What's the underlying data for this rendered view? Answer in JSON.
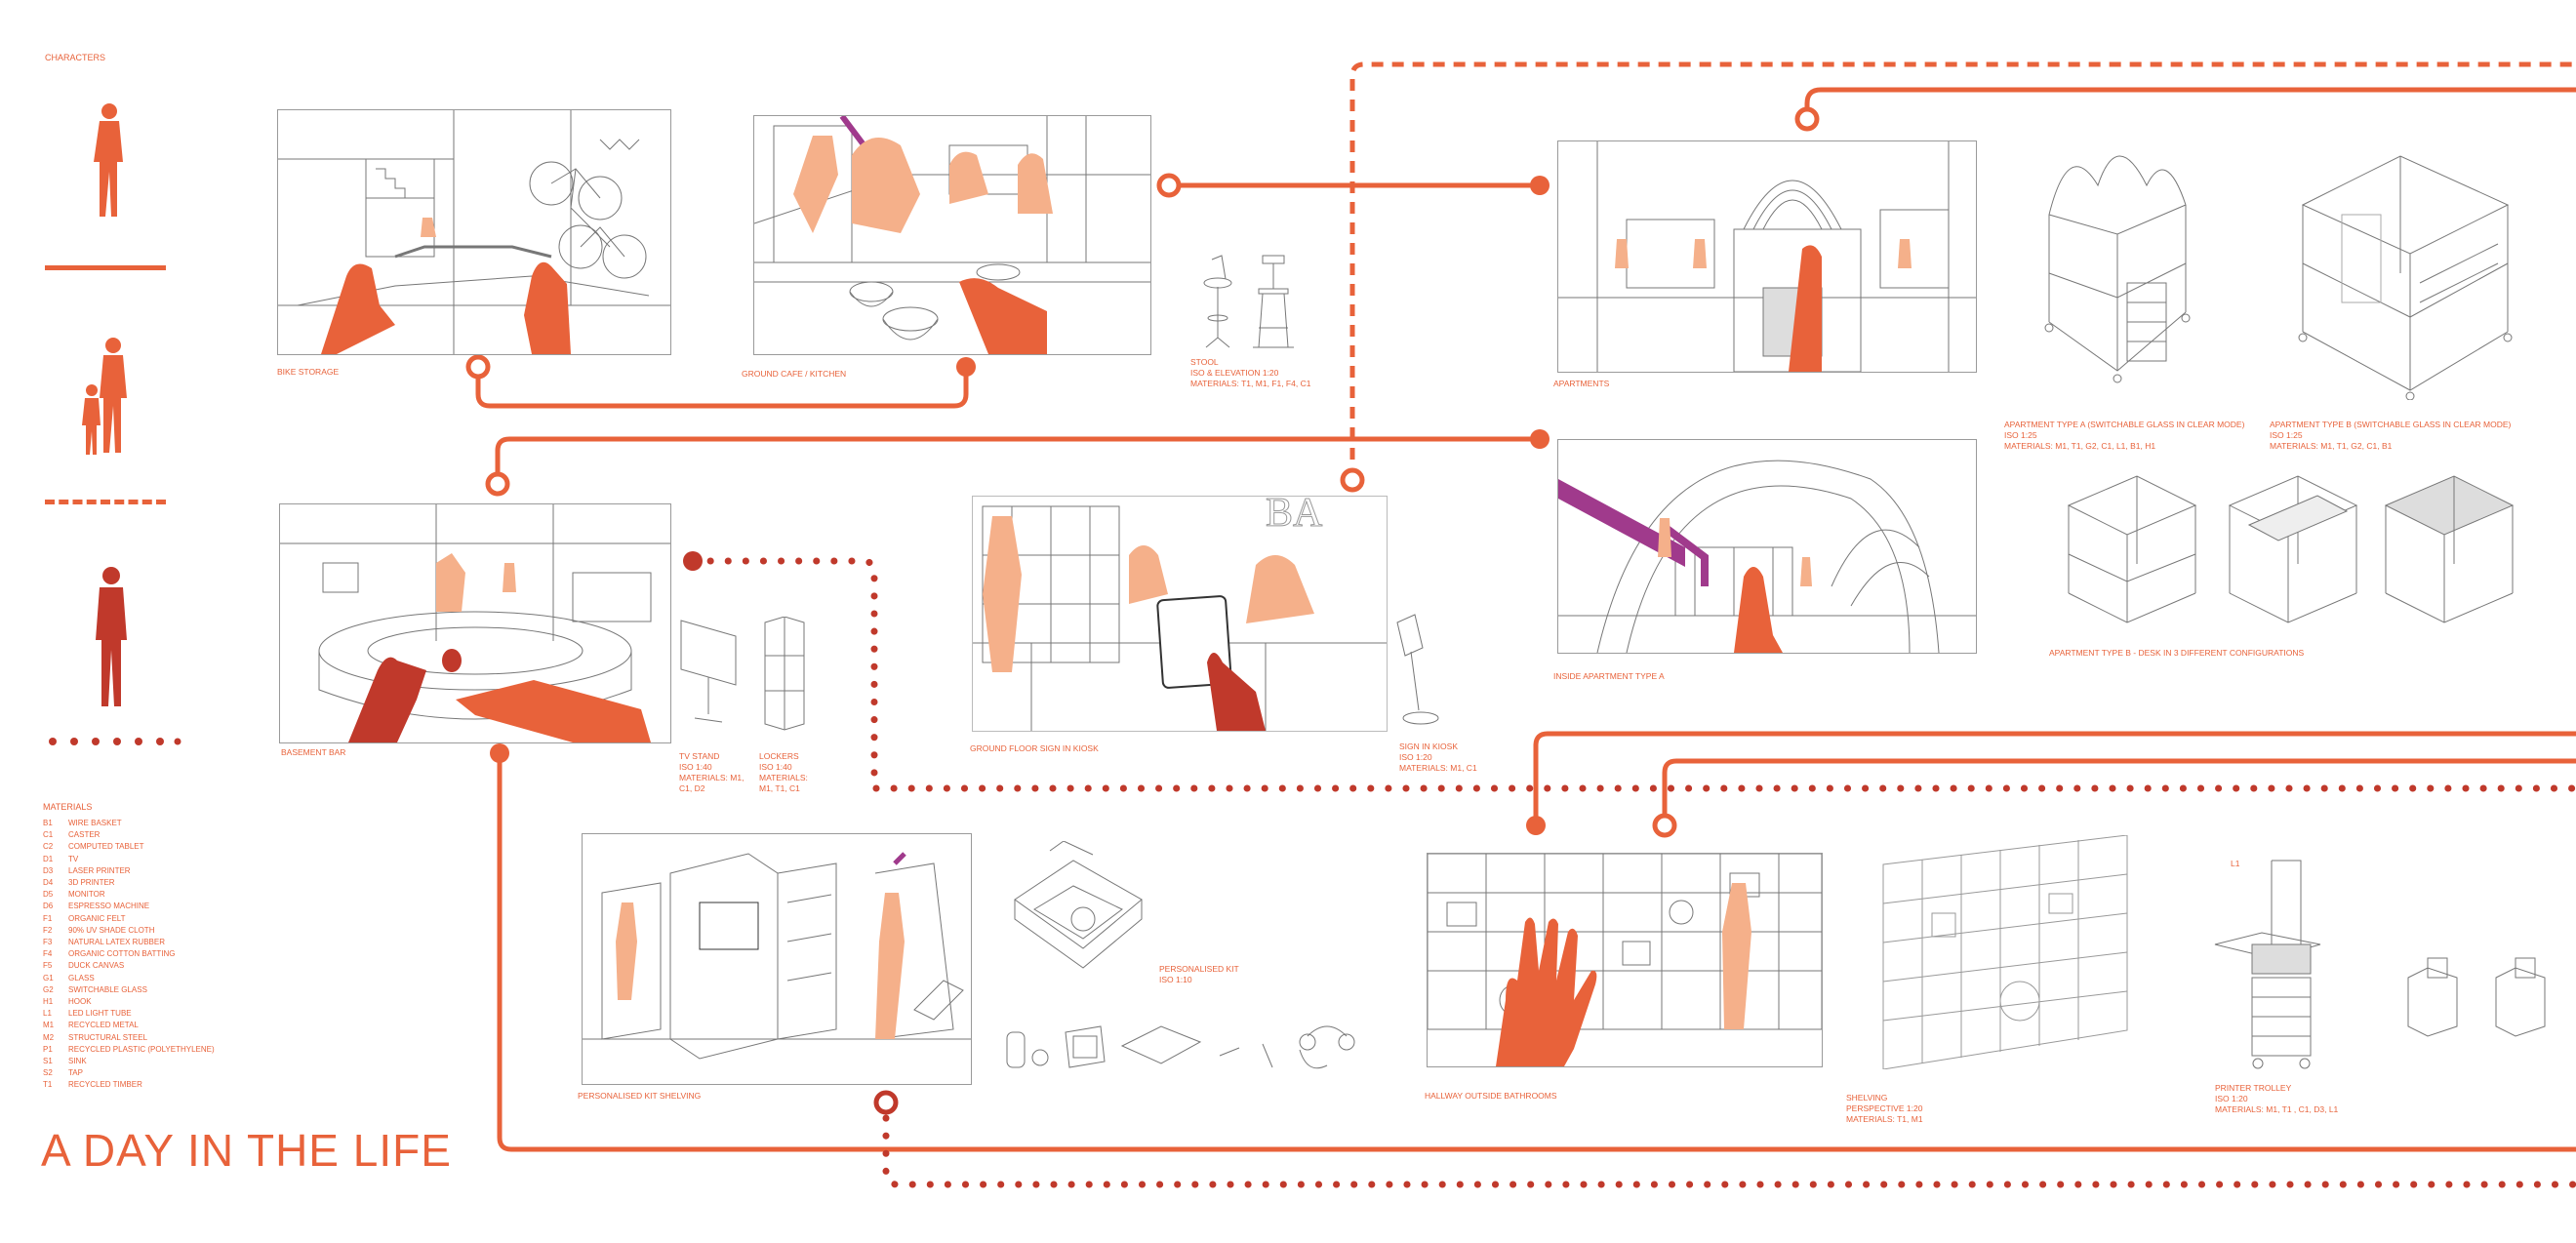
{
  "characters_heading": "CHARACTERS",
  "materials_heading": "MATERIALS",
  "title": "A DAY IN THE LIFE",
  "colors": {
    "accent": "#e8623a",
    "dark_red": "#c0392b",
    "skin_light": "#f5b08a",
    "purple": "#a03a8c"
  },
  "materials": [
    {
      "code": "B1",
      "name": "WIRE BASKET"
    },
    {
      "code": "C1",
      "name": "CASTER"
    },
    {
      "code": "C2",
      "name": "COMPUTED TABLET"
    },
    {
      "code": "D1",
      "name": "TV"
    },
    {
      "code": "D3",
      "name": "LASER PRINTER"
    },
    {
      "code": "D4",
      "name": "3D PRINTER"
    },
    {
      "code": "D5",
      "name": "MONITOR"
    },
    {
      "code": "D6",
      "name": "ESPRESSO MACHINE"
    },
    {
      "code": "F1",
      "name": "ORGANIC FELT"
    },
    {
      "code": "F2",
      "name": "90% UV SHADE CLOTH"
    },
    {
      "code": "F3",
      "name": "NATURAL LATEX RUBBER"
    },
    {
      "code": "F4",
      "name": "ORGANIC COTTON BATTING"
    },
    {
      "code": "F5",
      "name": "DUCK CANVAS"
    },
    {
      "code": "G1",
      "name": "GLASS"
    },
    {
      "code": "G2",
      "name": "SWITCHABLE GLASS"
    },
    {
      "code": "H1",
      "name": "HOOK"
    },
    {
      "code": "L1",
      "name": "LED LIGHT TUBE"
    },
    {
      "code": "M1",
      "name": "RECYCLED METAL"
    },
    {
      "code": "M2",
      "name": "STRUCTURAL STEEL"
    },
    {
      "code": "P1",
      "name": "RECYCLED PLASTIC (POLYETHYLENE)"
    },
    {
      "code": "S1",
      "name": "SINK"
    },
    {
      "code": "S2",
      "name": "TAP"
    },
    {
      "code": "T1",
      "name": "RECYCLED TIMBER"
    }
  ],
  "captions": {
    "bike_storage": "BIKE STORAGE",
    "ground_cafe": "GROUND CAFE / KITCHEN",
    "stool": [
      "STOOL",
      "ISO & ELEVATION 1:20",
      "MATERIALS: T1, M1, F1, F4, C1"
    ],
    "apartments": "APARTMENTS",
    "apt_type_a": [
      "APARTMENT TYPE A (SWITCHABLE GLASS IN CLEAR MODE)",
      "ISO 1:25",
      "MATERIALS: M1, T1, G2, C1, L1, B1, H1"
    ],
    "apt_type_b": [
      "APARTMENT TYPE B (SWITCHABLE GLASS IN CLEAR MODE)",
      "ISO 1:25",
      "MATERIALS: M1, T1, G2, C1, B1"
    ],
    "apt_type_b_desk": "APARTMENT TYPE B - DESK IN 3 DIFFERENT CONFIGURATIONS",
    "inside_apt_a": "INSIDE APARTMENT TYPE A",
    "basement_bar": "BASEMENT BAR",
    "tv_stand": [
      "TV STAND",
      "ISO 1:40",
      "MATERIALS: M1,",
      "C1, D2"
    ],
    "lockers": [
      "LOCKERS",
      "ISO 1:40",
      "MATERIALS:",
      "M1, T1, C1"
    ],
    "ground_sign_in": "GROUND FLOOR SIGN IN KIOSK",
    "sign_in_kiosk": [
      "SIGN IN KIOSK",
      "ISO 1:20",
      "MATERIALS: M1, C1"
    ],
    "personalised_kit_shelving": "PERSONALISED KIT SHELVING",
    "personalised_kit": [
      "PERSONALISED KIT",
      "ISO 1:10"
    ],
    "hallway": "HALLWAY OUTSIDE BATHROOMS",
    "shelving": [
      "SHELVING",
      "PERSPECTIVE 1:20",
      "MATERIALS: T1, M1"
    ],
    "printer_trolley": [
      "PRINTER TROLLEY",
      "ISO 1:20",
      "MATERIALS: M1, T1 , C1, D3, L1"
    ],
    "l1_tag": "L1",
    "sign_text": "BA"
  }
}
